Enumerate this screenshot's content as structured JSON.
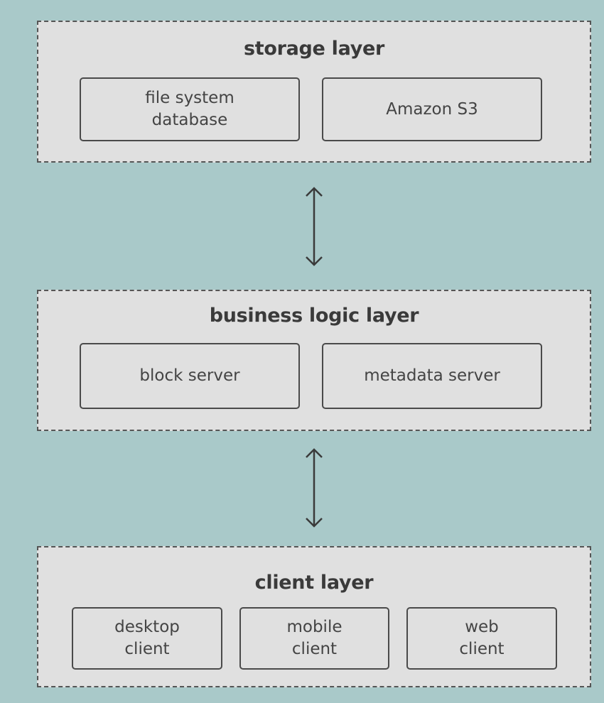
{
  "colors": {
    "background": "#a9c9c9",
    "layer_fill": "#e0e0e0",
    "border": "#4a4a4a",
    "text": "#3a3a3a"
  },
  "layers": {
    "storage": {
      "title": "storage layer",
      "components": [
        "file system\ndatabase",
        "Amazon S3"
      ]
    },
    "business": {
      "title": "business logic layer",
      "components": [
        "block server",
        "metadata server"
      ]
    },
    "client": {
      "title": "client layer",
      "components": [
        "desktop\nclient",
        "mobile\nclient",
        "web\nclient"
      ]
    }
  },
  "connectors": [
    {
      "from": "storage",
      "to": "business",
      "direction": "bidirectional"
    },
    {
      "from": "business",
      "to": "client",
      "direction": "bidirectional"
    }
  ]
}
